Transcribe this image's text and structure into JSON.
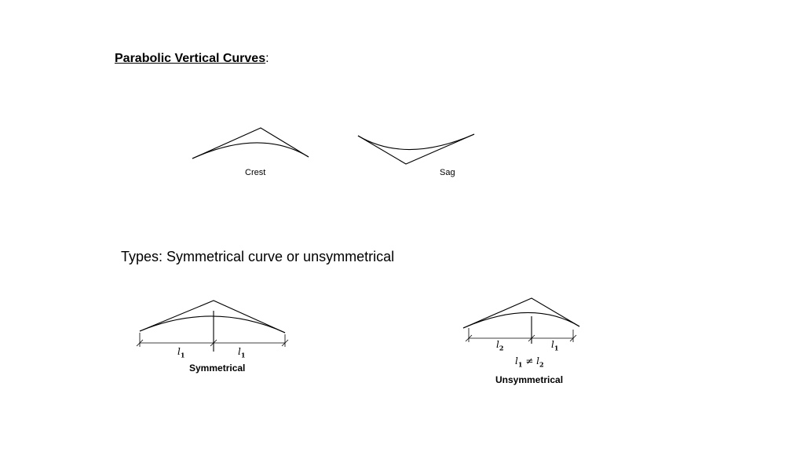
{
  "title": {
    "main": "Parabolic Vertical Curves",
    "suffix": ":"
  },
  "crest_label": "Crest",
  "sag_label": "Sag",
  "types_text": "Types: Symmetrical curve or unsymmetrical",
  "symmetrical": {
    "label": "Symmetrical",
    "left_len": "l",
    "left_sub": "1",
    "right_len": "l",
    "right_sub": "1"
  },
  "unsymmetrical": {
    "label": "Unsymmetrical",
    "left_len": "l",
    "left_sub": "2",
    "right_len": "l",
    "right_sub": "1",
    "relation_a": "l",
    "relation_a_sub": "1",
    "relation_op": "≠",
    "relation_b": "l",
    "relation_b_sub": "2"
  }
}
